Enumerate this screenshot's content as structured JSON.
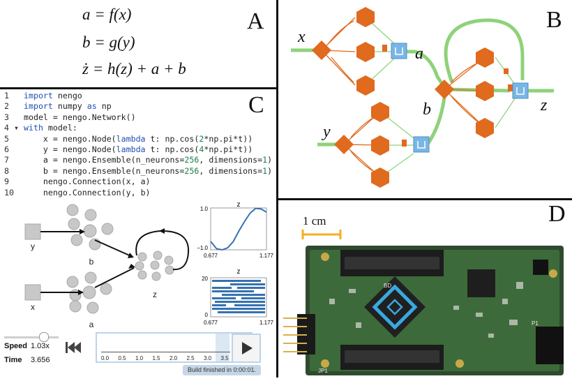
{
  "panels": {
    "a": "A",
    "b": "B",
    "c": "C",
    "d": "D"
  },
  "equations": [
    "a = f(x)",
    "b = g(y)",
    "ż = h(z) + a + b"
  ],
  "network_labels": {
    "x": "x",
    "y": "y",
    "a": "a",
    "b": "b",
    "z": "z"
  },
  "code_lines": [
    {
      "n": "1",
      "text": "import nengo"
    },
    {
      "n": "2",
      "text": "import numpy as np"
    },
    {
      "n": "3",
      "text": "model = nengo.Network()"
    },
    {
      "n": "4",
      "text": "with model:"
    },
    {
      "n": "5",
      "text": "    x = nengo.Node(lambda t: np.cos(2*np.pi*t))"
    },
    {
      "n": "6",
      "text": "    y = nengo.Node(lambda t: np.cos(4*np.pi*t))"
    },
    {
      "n": "7",
      "text": "    a = nengo.Ensemble(n_neurons=256, dimensions=1)"
    },
    {
      "n": "8",
      "text": "    b = nengo.Ensemble(n_neurons=256, dimensions=1)"
    },
    {
      "n": "9",
      "text": "    nengo.Connection(x, a)"
    },
    {
      "n": "10",
      "text": "    nengo.Connection(y, b)"
    }
  ],
  "gui": {
    "node_labels": {
      "y": "y",
      "x": "x",
      "a": "a",
      "b": "b",
      "z": "z"
    },
    "plot_value": {
      "title": "z",
      "y_top": "1.0",
      "y_bottom": "−1.0",
      "x_left": "0.677",
      "x_right": "1.177"
    },
    "plot_raster": {
      "title": "z",
      "y_top": "20",
      "y_bottom": "0",
      "x_left": "0.677",
      "x_right": "1.177"
    },
    "speed_label": "Speed",
    "speed_value": "1.03x",
    "time_label": "Time",
    "time_value": "3.656",
    "timeline_ticks": [
      "0.0",
      "0.5",
      "1.0",
      "1.5",
      "2.0",
      "2.5",
      "3.0",
      "3.5"
    ],
    "build_status": "Build finished in 0:00:01."
  },
  "photo": {
    "scale_label": "1 cm",
    "board_labels": [
      "BD",
      "P1",
      "JP1"
    ]
  },
  "chart_data": [
    {
      "type": "line",
      "title": "z",
      "x": [
        0.677,
        0.73,
        0.78,
        0.83,
        0.88,
        0.93,
        0.98,
        1.03,
        1.08,
        1.13,
        1.177
      ],
      "series": [
        {
          "values": [
            -0.6,
            -0.95,
            -1.0,
            -0.9,
            -0.6,
            -0.1,
            0.35,
            0.75,
            0.98,
            0.95,
            0.8
          ]
        }
      ],
      "xlim": [
        0.677,
        1.177
      ],
      "ylim": [
        -1.0,
        1.0
      ]
    }
  ],
  "colors": {
    "orange": "#e06a1e",
    "green": "#8ed27a",
    "blue": "#79b6e6",
    "raster": "#3572b0"
  }
}
